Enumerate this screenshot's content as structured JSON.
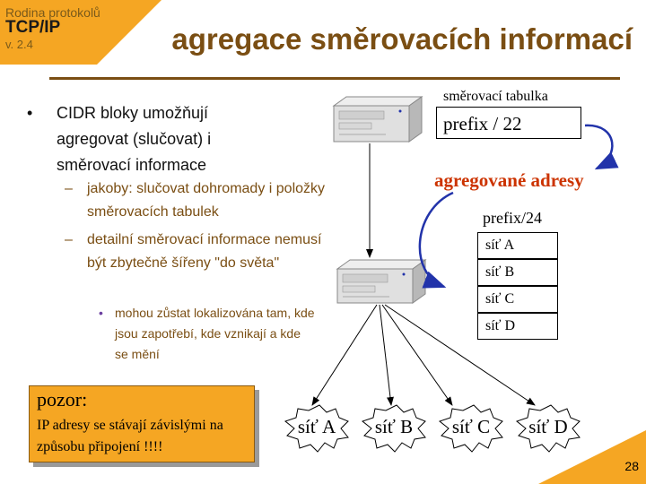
{
  "header": {
    "series_label": "Rodina protokolů",
    "brand": "TCP/IP",
    "version": "v. 2.4",
    "title": "agregace směrovacích informací"
  },
  "bullets": {
    "main": "CIDR bloky umožňují agregovat (slučovat) i směrovací informace",
    "sub1": "jakoby: slučovat dohromady i položky směrovacích tabulek",
    "sub2": "detailní směrovací informace nemusí být zbytečně šířeny \"do světa\"",
    "subsub": "mohou zůstat lokalizována tam, kde jsou zapotřebí, kde vznikají a kde se mění"
  },
  "diagram": {
    "routing_table_label": "směrovací tabulka",
    "prefix_22": "prefix / 22",
    "aggregated_label": "agregované adresy",
    "prefix_24": "prefix/24",
    "table_rows": [
      "síť A",
      "síť B",
      "síť C",
      "síť D"
    ],
    "clouds": [
      "síť A",
      "síť B",
      "síť C",
      "síť D"
    ]
  },
  "warning": {
    "title": "pozor:",
    "body": "IP adresy se stávají závislými na způsobu připojení !!!!"
  },
  "page_number": "28",
  "colors": {
    "accent_orange": "#f5a623",
    "title_brown": "#7a4e13",
    "aggregate_red": "#cc3300",
    "arrow_blue": "#2233aa"
  }
}
